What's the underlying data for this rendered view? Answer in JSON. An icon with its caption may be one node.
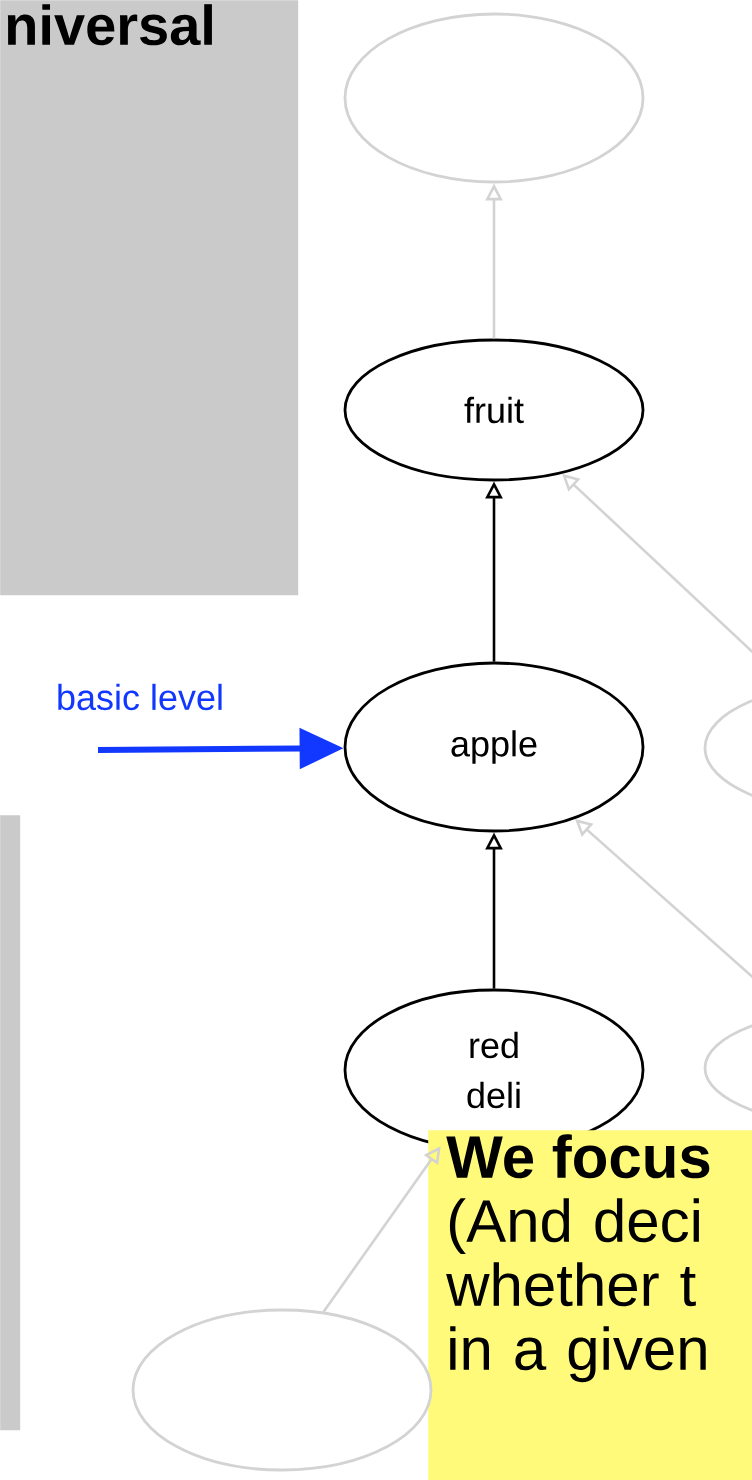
{
  "diagram": {
    "nodes": [
      {
        "text": [
          "niversal"
        ]
      },
      {
        "text": [],
        "shape": "ellipse"
      },
      {
        "text": [
          "fruit"
        ]
      },
      {
        "text": [
          "apple"
        ]
      },
      {
        "text": [],
        "shape": "ellipse"
      },
      {
        "text": [],
        "shape": "box"
      },
      {
        "text": [
          "red deli"
        ]
      },
      {
        "text": [],
        "shape": "ellipse"
      },
      {
        "text": [
          "We focus",
          "(And deci whether t in a given"
        ]
      },
      {
        "text": [],
        "shape": "ellipse"
      }
    ],
    "edges": [
      {
        "from": 2,
        "to": 1,
        "arrow": "to"
      },
      {
        "from": 3,
        "to": 2,
        "arrow": "to",
        "color": "#000000"
      },
      {
        "from": 4,
        "to": 2,
        "arrow": "to"
      },
      {
        "from": null,
        "to": 3,
        "arrow": "to",
        "label": "basic level",
        "style": "thick",
        "color": "#1238ff"
      },
      {
        "from": 6,
        "to": 3,
        "arrow": "to",
        "color": "#000000"
      },
      {
        "from": 7,
        "to": 3,
        "arrow": "to"
      },
      {
        "from": 9,
        "to": 6,
        "arrow": "to"
      }
    ]
  }
}
